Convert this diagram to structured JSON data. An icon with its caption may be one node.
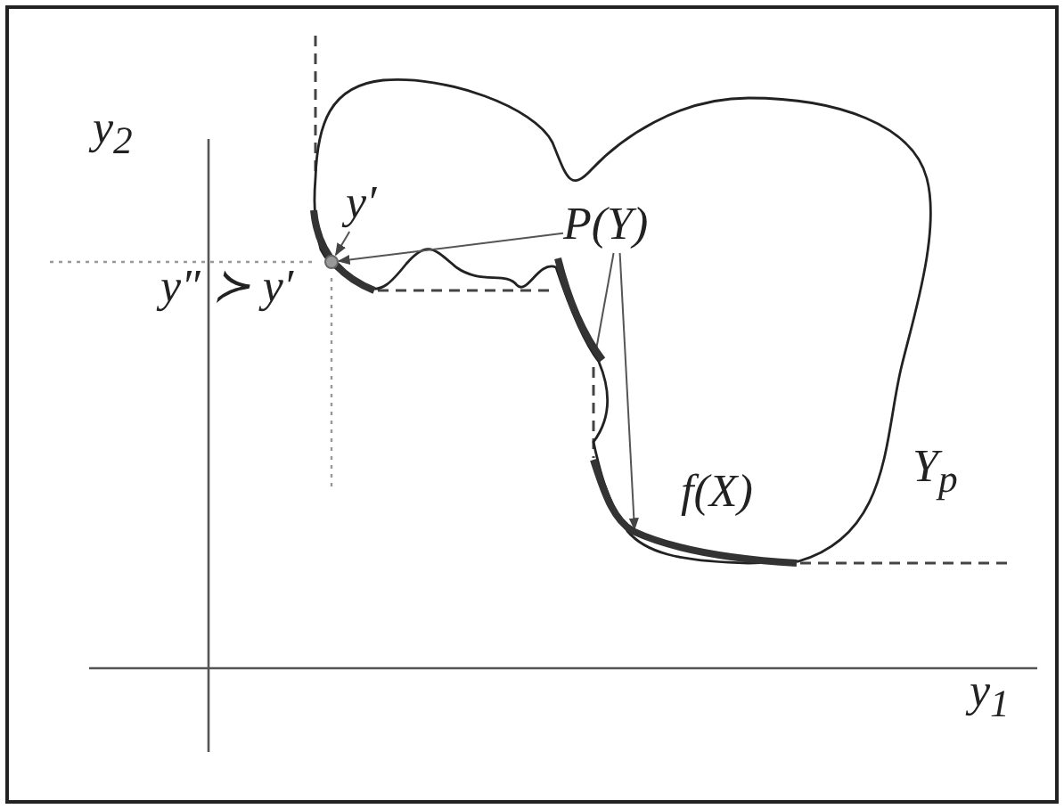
{
  "diagram": {
    "nodes": [
      {
        "text": [],
        "shape": "circle"
      },
      {
        "text": [
          "y′"
        ]
      },
      {
        "text": [
          "P(Y)"
        ]
      },
      {
        "text": [],
        "shape": "curve"
      },
      {
        "text": [],
        "shape": "curve"
      }
    ],
    "edges": [
      {
        "from": 1,
        "to": 0,
        "arrow": "to"
      },
      {
        "from": 2,
        "to": 0,
        "arrow": "to"
      },
      {
        "from": 2,
        "to": 3,
        "arrow": "none"
      },
      {
        "from": 2,
        "to": 4,
        "arrow": "to"
      }
    ],
    "labels": [
      "y$_{2}$",
      "y″ ≻ y′",
      "f(X)",
      "Y$_{p}$",
      "y$_{1}$"
    ]
  }
}
